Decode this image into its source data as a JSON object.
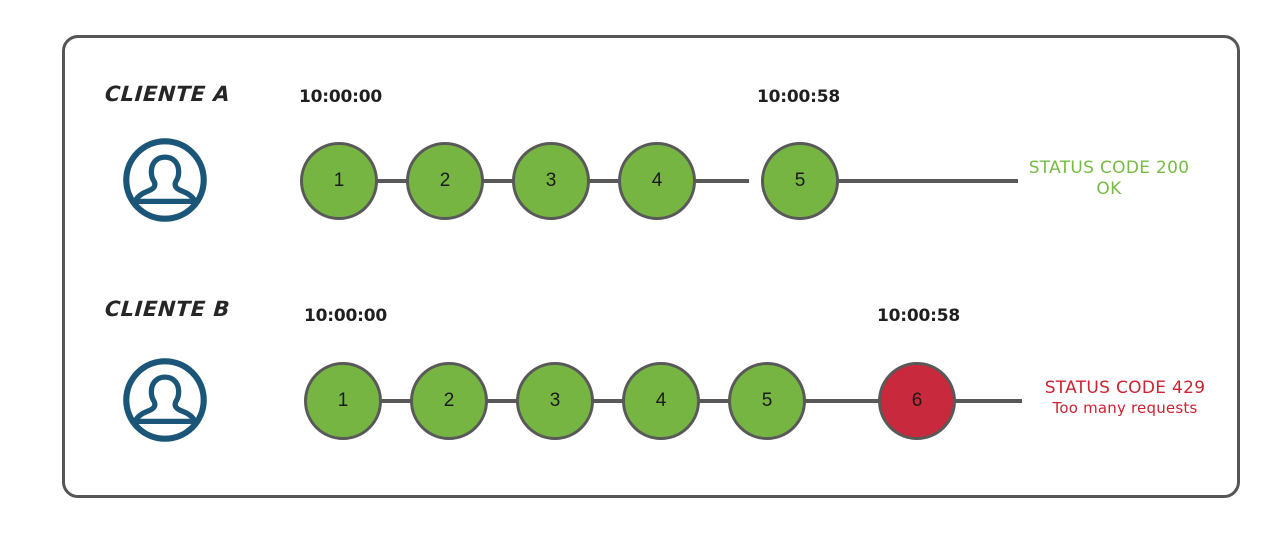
{
  "diagram": {
    "title_present": false,
    "colors": {
      "frame_border": "#555555",
      "node_ok_fill": "#77b543",
      "node_fail_fill": "#c9293c",
      "node_border": "#595959",
      "connector": "#595959",
      "avatar": "#1b5577",
      "status_ok_text": "#77bb44",
      "status_fail_text": "#cc2233",
      "background": "#ffffff"
    },
    "rows": [
      {
        "id": "cliente-a",
        "client_label": "CLIENTE A",
        "avatar_icon": "user-avatar-icon",
        "start_time": "10:00:00",
        "end_time": "10:00:58",
        "nodes": [
          {
            "label": "1",
            "state": "ok"
          },
          {
            "label": "2",
            "state": "ok"
          },
          {
            "label": "3",
            "state": "ok"
          },
          {
            "label": "4",
            "state": "ok"
          },
          {
            "label": "5",
            "state": "ok"
          }
        ],
        "status": {
          "line1": "STATUS CODE 200",
          "line2": "OK",
          "tone": "green"
        }
      },
      {
        "id": "cliente-b",
        "client_label": "CLIENTE B",
        "avatar_icon": "user-avatar-icon",
        "start_time": "10:00:00",
        "end_time": "10:00:58",
        "nodes": [
          {
            "label": "1",
            "state": "ok"
          },
          {
            "label": "2",
            "state": "ok"
          },
          {
            "label": "3",
            "state": "ok"
          },
          {
            "label": "4",
            "state": "ok"
          },
          {
            "label": "5",
            "state": "ok"
          },
          {
            "label": "6",
            "state": "fail"
          }
        ],
        "status": {
          "line1": "STATUS CODE 429",
          "line2": "Too many requests",
          "tone": "red"
        }
      }
    ]
  }
}
